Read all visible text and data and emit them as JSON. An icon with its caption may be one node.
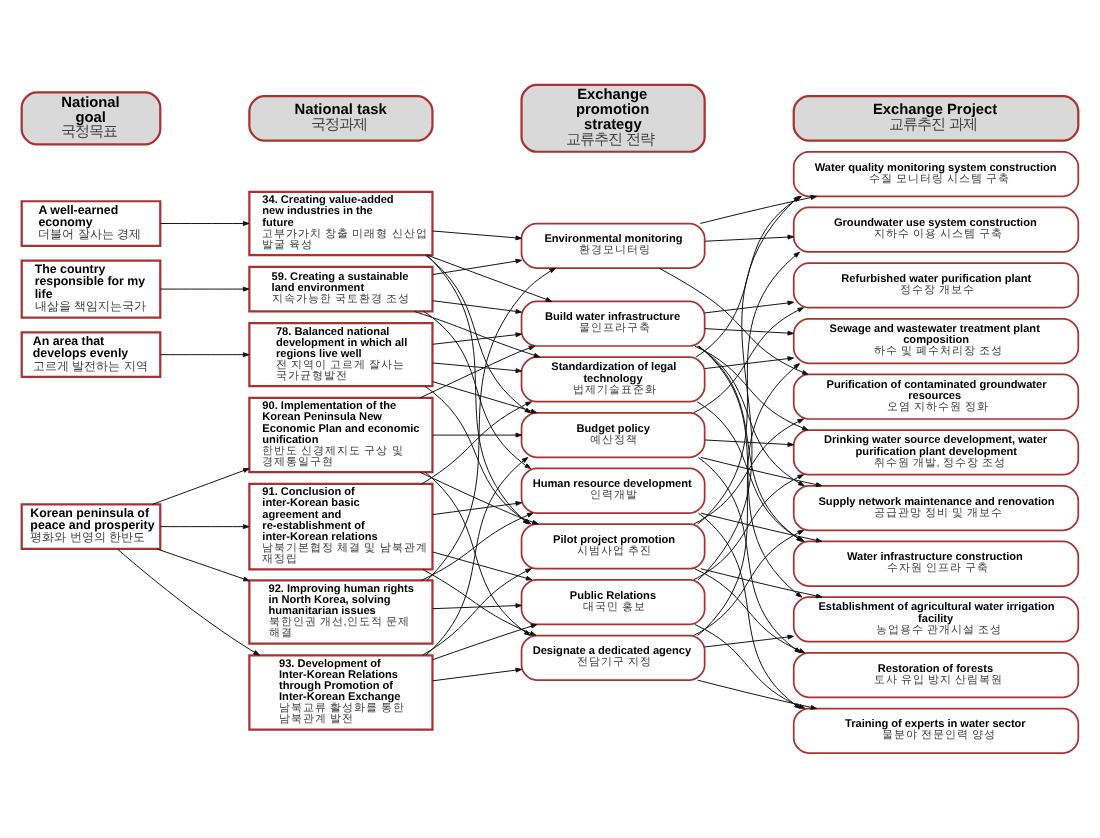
{
  "diagram": {
    "nodes": [
      {
        "text": [
          "National goal",
          "국정목표"
        ]
      },
      {
        "text": [
          "A well-earned economy",
          "더불어 잘사는 경제"
        ]
      },
      {
        "text": [
          "The country responsible for my life",
          "내삶을 책임지는국가"
        ]
      },
      {
        "text": [
          "An area that develops evenly",
          "고르게 발전하는 지역"
        ]
      },
      {
        "text": [
          "Korean peninsula of peace and prosperity",
          "평화와 번영의 한반도"
        ]
      },
      {
        "text": [
          "National task",
          "국정과제"
        ]
      },
      {
        "text": [
          "34. Creating value-added new industries in the future",
          "고부가가치 창출 미래형 신산업 발굴 육성"
        ]
      },
      {
        "text": [
          "59. Creating a sustainable land environment",
          "지속가능한 국토환경 조성"
        ]
      },
      {
        "text": [
          "78. Balanced national development in which all regions live well",
          "전 지역이 고르게 잘사는 국가균형발전"
        ]
      },
      {
        "text": [
          "90. Implementation of the Korean Peninsula New Economic Plan and economic unification",
          "한반도 신경제지도 구상 및 경제통일구현"
        ]
      },
      {
        "text": [
          "91. Conclusion of inter-Korean basic agreement and re-establishment of inter-Korean relations",
          "남북기본협정 체결 및 남북관계 재정립"
        ]
      },
      {
        "text": [
          "92. Improving human rights in North Korea, solving humanitarian issues",
          "북한인권 개선,인도적 문제 해결"
        ]
      },
      {
        "text": [
          "93. Development of Inter-Korean Relations through Promotion of Inter-Korean Exchange",
          "남북교류 활성화를 통한 남북관계 발전"
        ]
      },
      {
        "text": [
          "Exchange promotion strategy",
          "교류추진 전략"
        ]
      },
      {
        "text": [
          "Environmental monitoring",
          "환경모니터링"
        ]
      },
      {
        "text": [
          "Build water infrastructure",
          "물인프라구축"
        ]
      },
      {
        "text": [
          "Standardization of legal technology",
          "법제기술표준화"
        ]
      },
      {
        "text": [
          "Budget policy",
          "예산정책"
        ]
      },
      {
        "text": [
          "Human resource development",
          "인력개발"
        ]
      },
      {
        "text": [
          "Pilot project promotion",
          "시범사업 추진"
        ]
      },
      {
        "text": [
          "Public Relations",
          "대국민 홍보"
        ]
      },
      {
        "text": [
          "Designate a dedicated agency",
          "전담기구 지정"
        ]
      },
      {
        "text": [
          "Exchange Project",
          "교류추진 과제"
        ]
      },
      {
        "text": [
          "Water quality monitoring system construction",
          "수질 모니터링 시스템 구축"
        ]
      },
      {
        "text": [
          "Groundwater use system construction",
          "지하수 이용 시스템 구축"
        ]
      },
      {
        "text": [
          "Refurbished water purification plant",
          "정수장 개보수"
        ]
      },
      {
        "text": [
          "Sewage and wastewater treatment plant composition",
          "하수 및 폐수처리장 조성"
        ]
      },
      {
        "text": [
          "Purification of contaminated groundwater resources",
          "오염 지하수원 정화"
        ]
      },
      {
        "text": [
          "Drinking water source development, water purification plant development",
          "취수원 개발, 정수장 조성"
        ]
      },
      {
        "text": [
          "Supply network maintenance and renovation",
          "공급관망 정비 및 개보수"
        ]
      },
      {
        "text": [
          "Water infrastructure construction",
          "수자원 인프라 구축"
        ]
      },
      {
        "text": [
          "Establishment of agricultural water irrigation facility",
          "농업용수 관개시설 조성"
        ]
      },
      {
        "text": [
          "Restoration of forests",
          "토사 유입 방지 산림복원"
        ]
      },
      {
        "text": [
          "Training of experts in water sector",
          "물분야 전문인력 양성"
        ]
      }
    ],
    "edges": [
      {
        "from": 1,
        "to": 6,
        "arrow": "to"
      },
      {
        "from": 2,
        "to": 7,
        "arrow": "to"
      },
      {
        "from": 3,
        "to": 8,
        "arrow": "to"
      },
      {
        "from": 4,
        "to": 9,
        "arrow": "to"
      },
      {
        "from": 4,
        "to": 10,
        "arrow": "to"
      },
      {
        "from": 4,
        "to": 11,
        "arrow": "to"
      },
      {
        "from": 4,
        "to": 12,
        "arrow": "to"
      },
      {
        "from": 6,
        "to": 14,
        "arrow": "to"
      },
      {
        "from": 6,
        "to": 15,
        "arrow": "to"
      },
      {
        "from": 6,
        "to": 17,
        "arrow": "to"
      },
      {
        "from": 6,
        "to": 19,
        "arrow": "to"
      },
      {
        "from": 7,
        "to": 14,
        "arrow": "to"
      },
      {
        "from": 7,
        "to": 15,
        "arrow": "to"
      },
      {
        "from": 7,
        "to": 16,
        "arrow": "to"
      },
      {
        "from": 7,
        "to": 18,
        "arrow": "to"
      },
      {
        "from": 8,
        "to": 15,
        "arrow": "to"
      },
      {
        "from": 8,
        "to": 16,
        "arrow": "to"
      },
      {
        "from": 8,
        "to": 17,
        "arrow": "to"
      },
      {
        "from": 8,
        "to": 19,
        "arrow": "to"
      },
      {
        "from": 9,
        "to": 15,
        "arrow": "to"
      },
      {
        "from": 9,
        "to": 17,
        "arrow": "to"
      },
      {
        "from": 9,
        "to": 19,
        "arrow": "to"
      },
      {
        "from": 9,
        "to": 21,
        "arrow": "to"
      },
      {
        "from": 10,
        "to": 16,
        "arrow": "to"
      },
      {
        "from": 10,
        "to": 18,
        "arrow": "to"
      },
      {
        "from": 10,
        "to": 20,
        "arrow": "to"
      },
      {
        "from": 10,
        "to": 21,
        "arrow": "to"
      },
      {
        "from": 11,
        "to": 14,
        "arrow": "to"
      },
      {
        "from": 11,
        "to": 18,
        "arrow": "to"
      },
      {
        "from": 11,
        "to": 20,
        "arrow": "to"
      },
      {
        "from": 12,
        "to": 17,
        "arrow": "to"
      },
      {
        "from": 12,
        "to": 19,
        "arrow": "to"
      },
      {
        "from": 12,
        "to": 20,
        "arrow": "to"
      },
      {
        "from": 12,
        "to": 21,
        "arrow": "to"
      },
      {
        "from": 14,
        "to": 23,
        "arrow": "to"
      },
      {
        "from": 14,
        "to": 24,
        "arrow": "to"
      },
      {
        "from": 14,
        "to": 27,
        "arrow": "to"
      },
      {
        "from": 15,
        "to": 25,
        "arrow": "to"
      },
      {
        "from": 15,
        "to": 26,
        "arrow": "to"
      },
      {
        "from": 15,
        "to": 28,
        "arrow": "to"
      },
      {
        "from": 15,
        "to": 29,
        "arrow": "to"
      },
      {
        "from": 15,
        "to": 30,
        "arrow": "to"
      },
      {
        "from": 15,
        "to": 31,
        "arrow": "to"
      },
      {
        "from": 16,
        "to": 23,
        "arrow": "to"
      },
      {
        "from": 16,
        "to": 26,
        "arrow": "to"
      },
      {
        "from": 16,
        "to": 30,
        "arrow": "to"
      },
      {
        "from": 17,
        "to": 25,
        "arrow": "to"
      },
      {
        "from": 17,
        "to": 28,
        "arrow": "to"
      },
      {
        "from": 17,
        "to": 29,
        "arrow": "to"
      },
      {
        "from": 17,
        "to": 32,
        "arrow": "to"
      },
      {
        "from": 18,
        "to": 30,
        "arrow": "to"
      },
      {
        "from": 18,
        "to": 33,
        "arrow": "to"
      },
      {
        "from": 19,
        "to": 24,
        "arrow": "to"
      },
      {
        "from": 19,
        "to": 27,
        "arrow": "to"
      },
      {
        "from": 19,
        "to": 31,
        "arrow": "to"
      },
      {
        "from": 19,
        "to": 32,
        "arrow": "to"
      },
      {
        "from": 20,
        "to": 23,
        "arrow": "to"
      },
      {
        "from": 20,
        "to": 28,
        "arrow": "to"
      },
      {
        "from": 20,
        "to": 33,
        "arrow": "to"
      },
      {
        "from": 21,
        "to": 26,
        "arrow": "to"
      },
      {
        "from": 21,
        "to": 29,
        "arrow": "to"
      },
      {
        "from": 21,
        "to": 31,
        "arrow": "to"
      },
      {
        "from": 21,
        "to": 33,
        "arrow": "to"
      }
    ]
  }
}
